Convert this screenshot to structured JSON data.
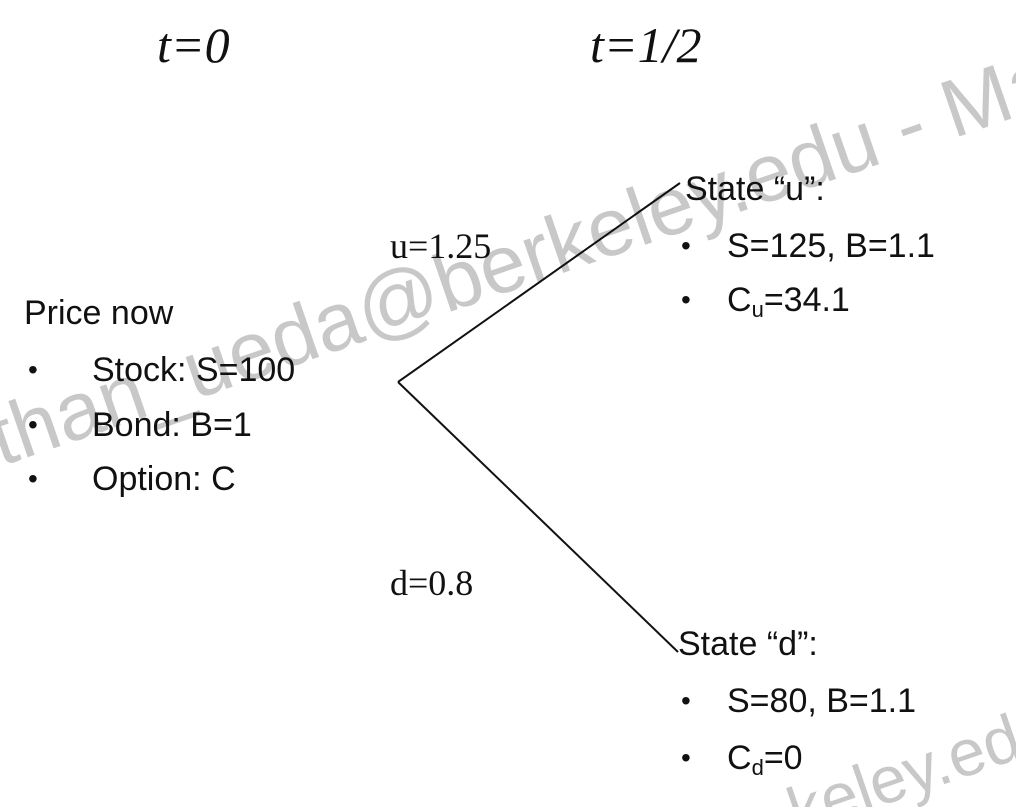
{
  "header": {
    "t0": "t=0",
    "t1": "t=1/2"
  },
  "start_node": {
    "title": "Price now",
    "items": [
      "Stock: S=100",
      "Bond: B=1",
      "Option: C"
    ]
  },
  "edges": {
    "up_label": "u=1.25",
    "down_label": "d=0.8"
  },
  "state_u": {
    "title": "State “u”:",
    "item1": "S=125, B=1.1",
    "c_symbol": "C",
    "c_sub": "u",
    "c_value": "=34.1"
  },
  "state_d": {
    "title": "State “d”:",
    "item1": "S=80, B=1.1",
    "c_symbol": "C",
    "c_sub": "d",
    "c_value": "=0"
  },
  "bullet_char": "•",
  "watermark": {
    "main": "than_ueda@berkeley.edu - Mar",
    "corner": "keley.ed"
  }
}
